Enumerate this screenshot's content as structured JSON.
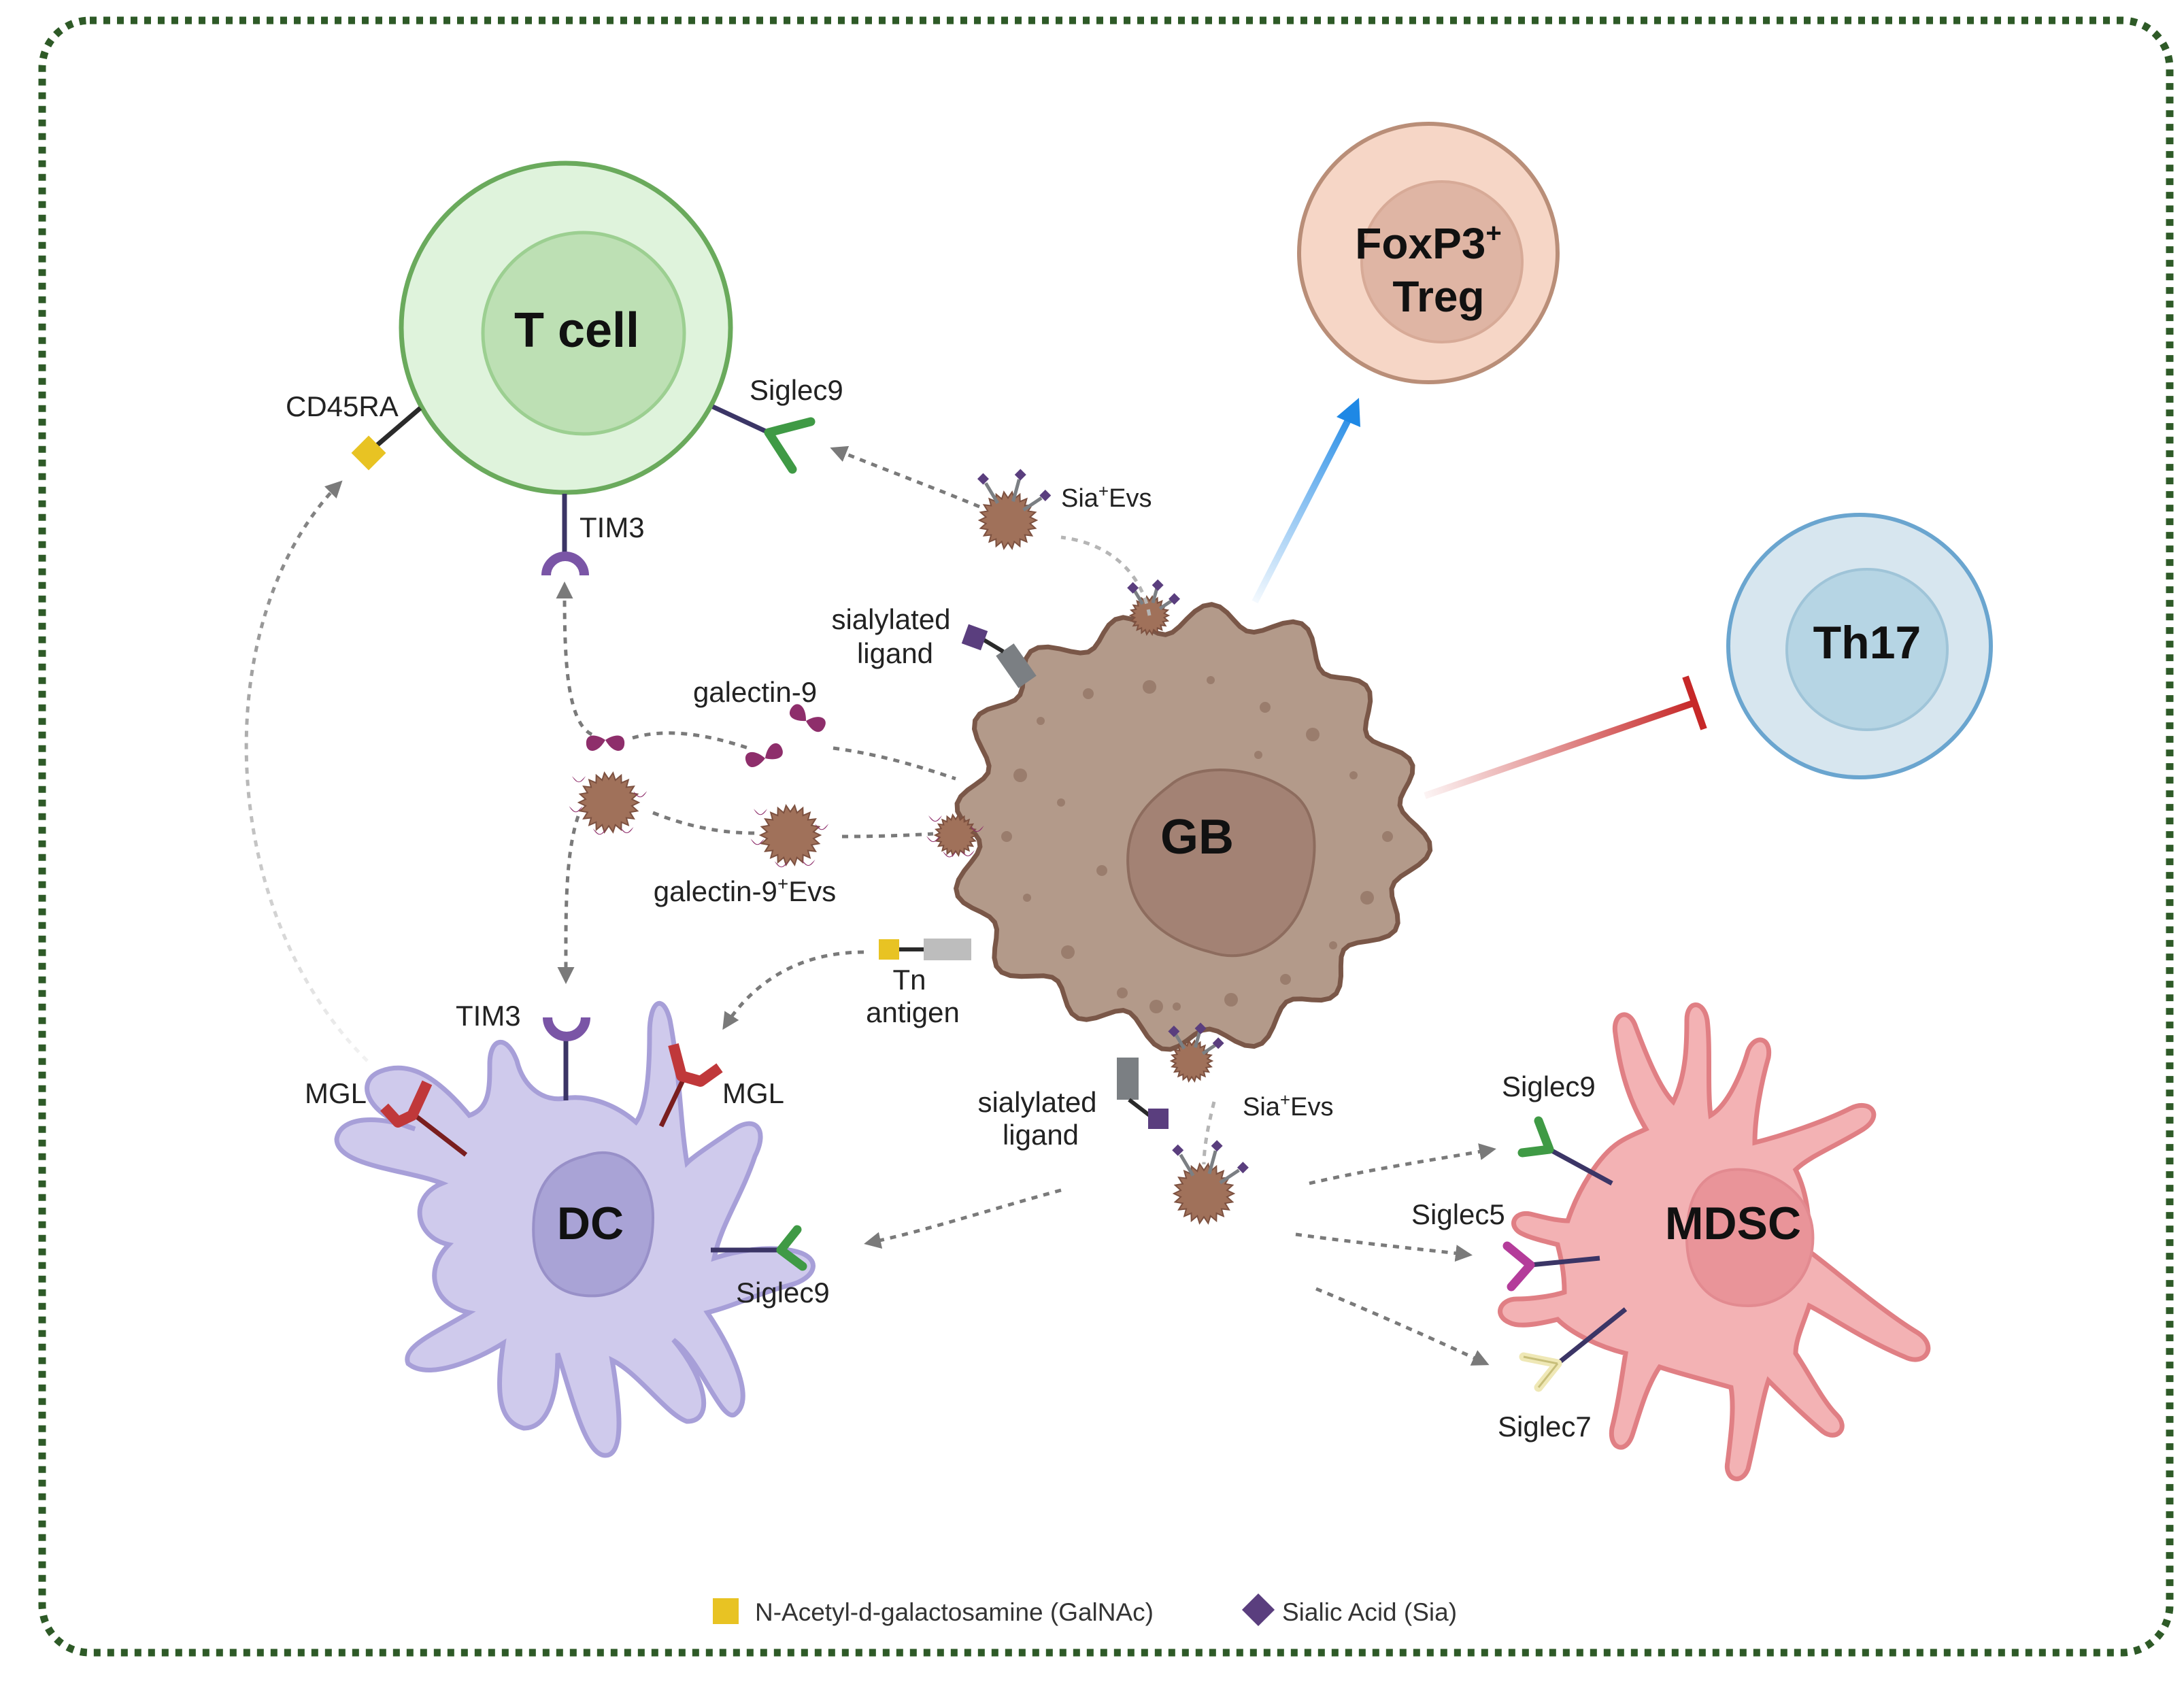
{
  "cells": {
    "t_cell": "T cell",
    "foxp3_line1": "FoxP3",
    "foxp3_sup": "+",
    "foxp3_line2": "Treg",
    "th17": "Th17",
    "gb": "GB",
    "dc": "DC",
    "mdsc": "MDSC"
  },
  "labels": {
    "cd45ra": "CD45RA",
    "tcell_siglec9": "Siglec9",
    "tcell_tim3": "TIM3",
    "sia_evs_top_prefix": "Sia",
    "sia_evs_top_sup": "+",
    "sia_evs_top_suffix": "Evs",
    "sialylated_top_1": "sialylated",
    "sialylated_top_2": "ligand",
    "galectin9": "galectin-9",
    "galectin9_evs_prefix": "galectin-9",
    "galectin9_evs_sup": "+",
    "galectin9_evs_suffix": "Evs",
    "tn_1": "Tn",
    "tn_2": "antigen",
    "dc_tim3": "TIM3",
    "dc_mgl_left": "MGL",
    "dc_mgl_right": "MGL",
    "dc_siglec9": "Siglec9",
    "sialylated_bottom_1": "sialylated",
    "sialylated_bottom_2": "ligand",
    "sia_evs_bottom_prefix": "Sia",
    "sia_evs_bottom_sup": "+",
    "sia_evs_bottom_suffix": "Evs",
    "mdsc_siglec9": "Siglec9",
    "mdsc_siglec5": "Siglec5",
    "mdsc_siglec7": "Siglec7"
  },
  "legend": {
    "galnac": "N-Acetyl-d-galactosamine (GalNAc)",
    "sia": "Sialic Acid (Sia)"
  },
  "colors": {
    "border": "#2e5a27",
    "galnac": "#e8c323",
    "sia": "#5a3e7e",
    "gb_fill": "#b39a8a",
    "tcell_fill": "#dff3dc",
    "treg_fill": "#f6d6c6",
    "th17_fill": "#d7e6ef",
    "dc_fill": "#cfcaec",
    "mdsc_fill": "#f3b2b4",
    "promote_arrow": "#1e88e5",
    "inhibit_arrow": "#c62828",
    "siglec9": "#3f9a45",
    "siglec5": "#b43c9a",
    "siglec7": "#efe8b6",
    "mgl": "#c0383a",
    "tim3": "#7a55a6",
    "galectin9": "#8e2e6b"
  }
}
